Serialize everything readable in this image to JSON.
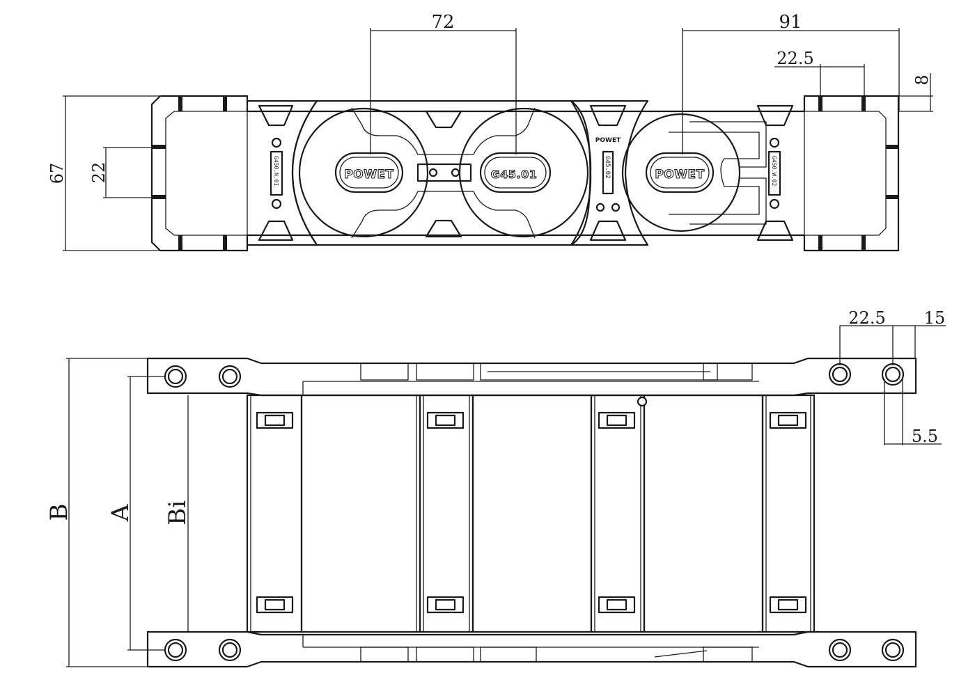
{
  "brand": {
    "logo_left": "POWET",
    "logo_right": "POWET",
    "logo_small": "POWET"
  },
  "part_labels": {
    "center_plate": "G45.01",
    "left_endcap": "G450.N.01",
    "middle_bridge": "G45.02",
    "right_endcap": "G450.W.02"
  },
  "top_view": {
    "dim_pitch_left": "72",
    "dim_pitch_right": "91",
    "dim_slot_spacing": "22.5",
    "dim_slot_width": "8",
    "dim_height": "67",
    "dim_inner_height": "22"
  },
  "side_view": {
    "dim_hole_spacing": "22.5",
    "dim_end_margin": "15",
    "dim_hole_dia": "5.5",
    "label_outer_width": "B",
    "label_bracket_width": "A",
    "label_inner_width": "Bi"
  }
}
